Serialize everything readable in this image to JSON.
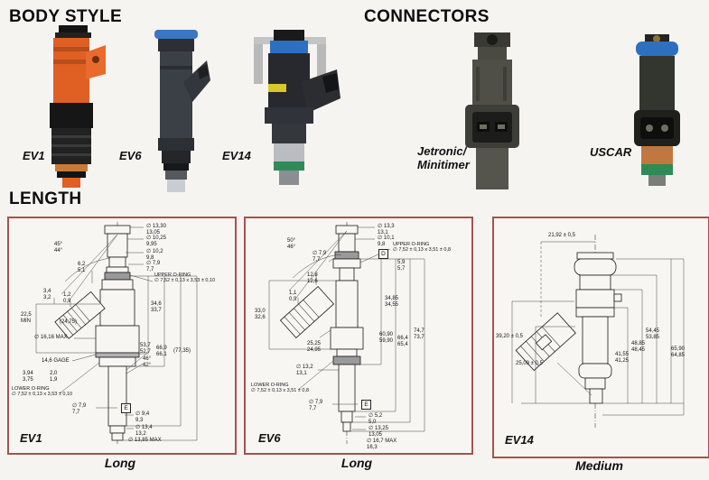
{
  "headings": {
    "body_style": "BODY STYLE",
    "connectors": "CONNECTORS",
    "length": "LENGTH"
  },
  "body_style": {
    "items": [
      {
        "label": "EV1"
      },
      {
        "label": "EV6"
      },
      {
        "label": "EV14"
      }
    ]
  },
  "connectors": {
    "items": [
      {
        "label": "Jetronic/\nMinitimer"
      },
      {
        "label": "USCAR"
      }
    ]
  },
  "panels": [
    {
      "name": "EV1",
      "caption": "Long",
      "dims": {
        "angle_top": "45°\n44°",
        "d1": "∅ 13,30\n13,05",
        "d2": "∅ 10,25\n9,95",
        "d3": "∅ 10,2\n9,8",
        "d4": "∅ 7,9\n7,7",
        "upper_oring": "UPPER O-RING\n∅ 7,52 ± 0,13 x 3,53 ± 0,10",
        "g1": "6,2\n5,1",
        "g2": "3,4\n3,2",
        "g3": "1,2\n0,9",
        "min": "22,5\nMIN",
        "ref": "(24,75)",
        "dmax": "∅ 16,16 MAX",
        "len1": "34,6\n33,7",
        "len2": "53,7\n52,7",
        "len3": "66,9\n66,1",
        "len4": "(77,35)",
        "gage": "14,6 GAGE",
        "angle_tip": "46°\n42°",
        "g4": "3,94\n3,75",
        "g5": "2,0\n1,9",
        "lower_oring": "LOWER O-RING\n∅ 7,52 ± 0,13 x 3,53 ± 0,10",
        "d5": "∅ 7,9\n7,7",
        "datum_e": "E",
        "d6": "∅ 9,4\n9,3",
        "d7": "∅ 13,4\n13,2",
        "d8": "∅ 13,85 MAX"
      }
    },
    {
      "name": "EV6",
      "caption": "Long",
      "dims": {
        "angle_top": "50°\n46°",
        "d1": "∅ 13,3\n13,1",
        "d2": "∅ 10,1\n9,8",
        "datum_d": "D",
        "d3": "∅ 7,9\n7,7",
        "upper_oring": "UPPER O-RING\n∅ 7,52 ± 0,13 x 3,51 ± 0,8",
        "g1": "5,9\n5,7",
        "g2": "12,8\n12,6",
        "g3": "33,0\n32,6",
        "g4": "1,1\n0,9",
        "g5": "25,25\n24,95",
        "len1": "34,85\n34,55",
        "len2": "60,90\n59,90",
        "len3": "66,4\n65,4",
        "len4": "74,7\n73,7",
        "d4": "∅ 13,2\n13,1",
        "lower_oring": "LOWER O-RING\n∅ 7,52 ± 0,13 x 3,51 ± 0,8",
        "d5": "∅ 7,9\n7,7",
        "datum_e": "E",
        "d6": "∅ 5,2\n5,0",
        "d7": "∅ 13,25\n13,05",
        "d8": "∅ 16,7 MAX\n16,3"
      }
    },
    {
      "name": "EV14",
      "caption": "Medium",
      "dims": {
        "w_top": "21,92 ± 0,5",
        "h_left": "39,20 ± 0,5",
        "h_left2": "25,09 ± 0,5",
        "len1": "41,55\n41,25",
        "len2": "48,85\n48,45",
        "len3": "54,45\n53,85",
        "len4": "65,90\n64,85"
      }
    }
  ]
}
